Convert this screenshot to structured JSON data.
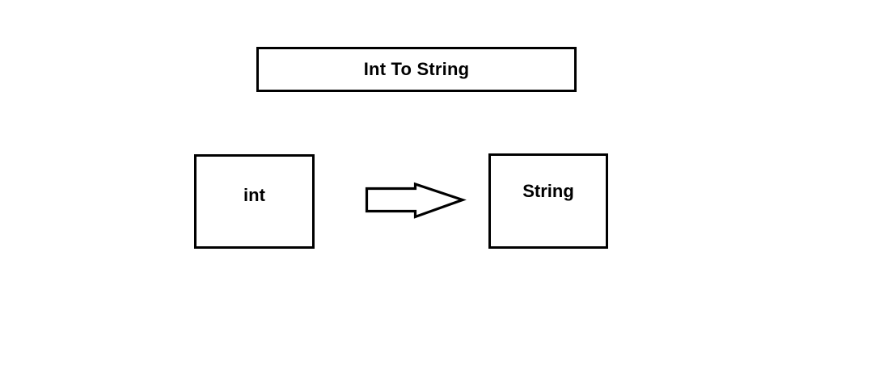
{
  "diagram": {
    "title": "Int To String",
    "background_color": "#ffffff",
    "stroke_color": "#000000",
    "nodes": [
      {
        "id": "source",
        "label": "int"
      },
      {
        "id": "target",
        "label": "String"
      }
    ],
    "connector": {
      "icon": "block-arrow-right-icon",
      "from": "int",
      "to": "String",
      "label": ""
    }
  }
}
